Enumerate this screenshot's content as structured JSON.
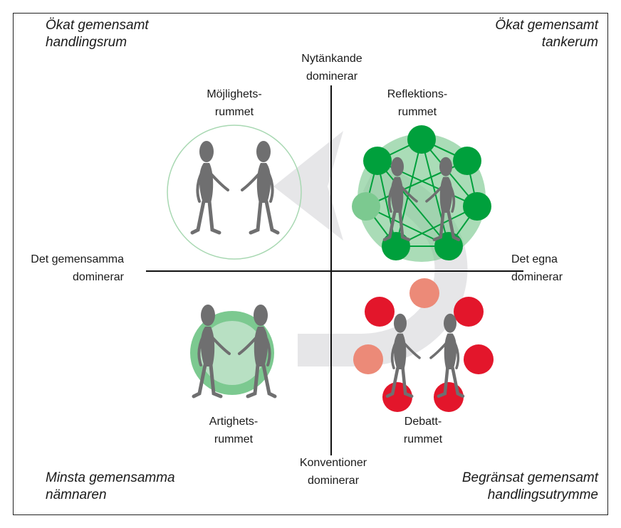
{
  "corners": {
    "top_left": [
      "Ökat gemensamt",
      "handlingsrum"
    ],
    "top_right": [
      "Ökat gemensamt",
      "tankerum"
    ],
    "bottom_left": [
      "Minsta gemensamma",
      "nämnaren"
    ],
    "bottom_right": [
      "Begränsat gemensamt",
      "handlingsutrymme"
    ]
  },
  "axes": {
    "top": [
      "Nytänkande",
      "dominerar"
    ],
    "bottom": [
      "Konventioner",
      "dominerar"
    ],
    "left": [
      "Det gemensamma",
      "dominerar"
    ],
    "right": [
      "Det egna",
      "dominerar"
    ]
  },
  "rooms": {
    "mojlighets": [
      "Möjlighets-",
      "rummet"
    ],
    "reflektions": [
      "Reflektions-",
      "rummet"
    ],
    "artighets": [
      "Artighets-",
      "rummet"
    ],
    "debatt": [
      "Debatt-",
      "rummet"
    ]
  },
  "colors": {
    "green": "#00a03c",
    "light_green": "#7cc990",
    "red": "#e3162b",
    "figure_gray": "#6f6f70",
    "arrow_gray": "#e6e6e8"
  }
}
